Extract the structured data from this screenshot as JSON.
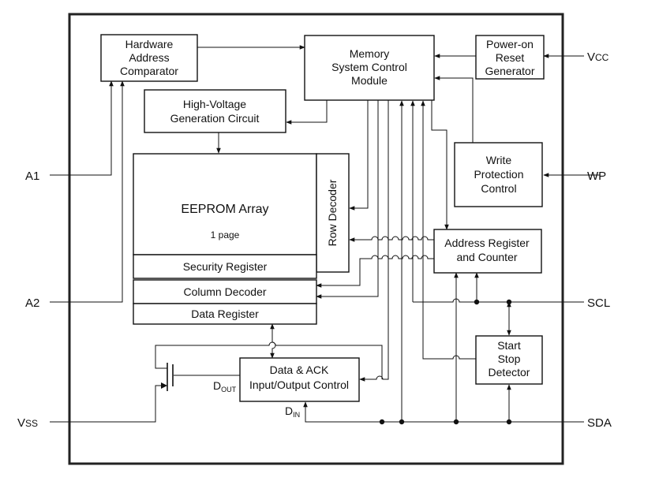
{
  "blocks": {
    "hw_addr_comparator": [
      "Hardware",
      "Address",
      "Comparator"
    ],
    "memory_control": [
      "Memory",
      "System Control",
      "Module"
    ],
    "power_on_reset": [
      "Power-on",
      "Reset",
      "Generator"
    ],
    "high_voltage": [
      "High-Voltage",
      "Generation Circuit"
    ],
    "eeprom_array": "EEPROM Array",
    "page_label": "1 page",
    "row_decoder": "Row Decoder",
    "security_register": "Security Register",
    "column_decoder": "Column Decoder",
    "data_register": "Data Register",
    "write_protection": [
      "Write",
      "Protection",
      "Control"
    ],
    "address_register": [
      "Address Register",
      "and Counter"
    ],
    "start_stop_detector": [
      "Start",
      "Stop",
      "Detector"
    ],
    "data_ack": [
      "Data & ACK",
      "Input/Output Control"
    ]
  },
  "signals": {
    "dout_main": "D",
    "dout_sub": "OUT",
    "din_main": "D",
    "din_sub": "IN"
  },
  "pins": {
    "vcc_main": "V",
    "vcc_sub": "CC",
    "vss_main": "V",
    "vss_sub": "SS",
    "a1": "A1",
    "a2": "A2",
    "wp": "WP",
    "scl": "SCL",
    "sda": "SDA"
  }
}
